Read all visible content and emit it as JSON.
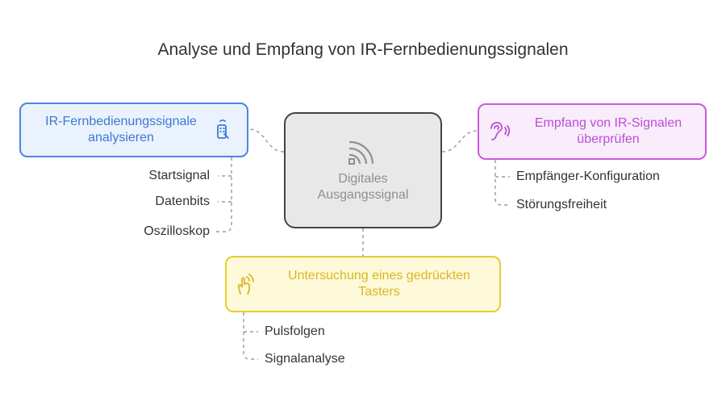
{
  "title": "Analyse und Empfang von IR-Fernbedienungssignalen",
  "center": {
    "text": "Digitales Ausgangssignal",
    "icon": "wifi-signal-icon"
  },
  "nodes": [
    {
      "id": "ir-analysis",
      "text": "IR-Fernbedienungssignale analysieren",
      "icon": "remote-control-icon",
      "color": "#4a86e0",
      "children": [
        "Startsignal",
        "Datenbits",
        "Oszilloskop"
      ]
    },
    {
      "id": "signal-reception",
      "text": "Empfang von IR-Signalen überprüfen",
      "icon": "ear-sound-icon",
      "color": "#c65cdb",
      "children": [
        "Empfänger-Konfiguration",
        "Störungsfreiheit"
      ]
    },
    {
      "id": "button-press",
      "text": "Untersuchung eines gedrückten Tasters",
      "icon": "hand-press-icon",
      "color": "#e3cf2e",
      "children": [
        "Pulsfolgen",
        "Signalanalyse"
      ]
    }
  ]
}
